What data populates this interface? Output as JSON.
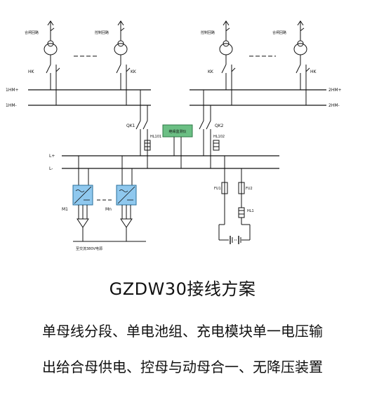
{
  "diagram": {
    "feeders": [
      {
        "name": "合闸回路",
        "switch": "HK"
      },
      {
        "name": "控制回路",
        "switch": "KK"
      },
      {
        "name": "控制回路",
        "switch": "KK"
      },
      {
        "name": "合闸回路",
        "switch": "HK"
      }
    ],
    "bus_labels": {
      "hm1_plus": "1HM+",
      "hm1_minus": "1HM-",
      "hm2_plus": "2HM+",
      "hm2_minus": "2HM-",
      "l_plus": "L+",
      "l_minus": "L-"
    },
    "breakers": {
      "qk1": "QK1",
      "qk2": "QK2"
    },
    "indicators": {
      "hl101": "HL101",
      "hl102": "HL102",
      "hl1": "HL1"
    },
    "fuses": {
      "fu1": "FU1",
      "fu2": "FU2"
    },
    "insulation_monitor": "绝缘监测仪",
    "modules": {
      "m1": "M1",
      "mn": "Mn"
    },
    "ac_input": "至交流380V电源"
  },
  "caption": {
    "title": "GZDW30接线方案",
    "line1": "单母线分段、单电池组、充电模块单一电压输",
    "line2": "出给合母供电、控母与动母合一、无降压装置"
  }
}
